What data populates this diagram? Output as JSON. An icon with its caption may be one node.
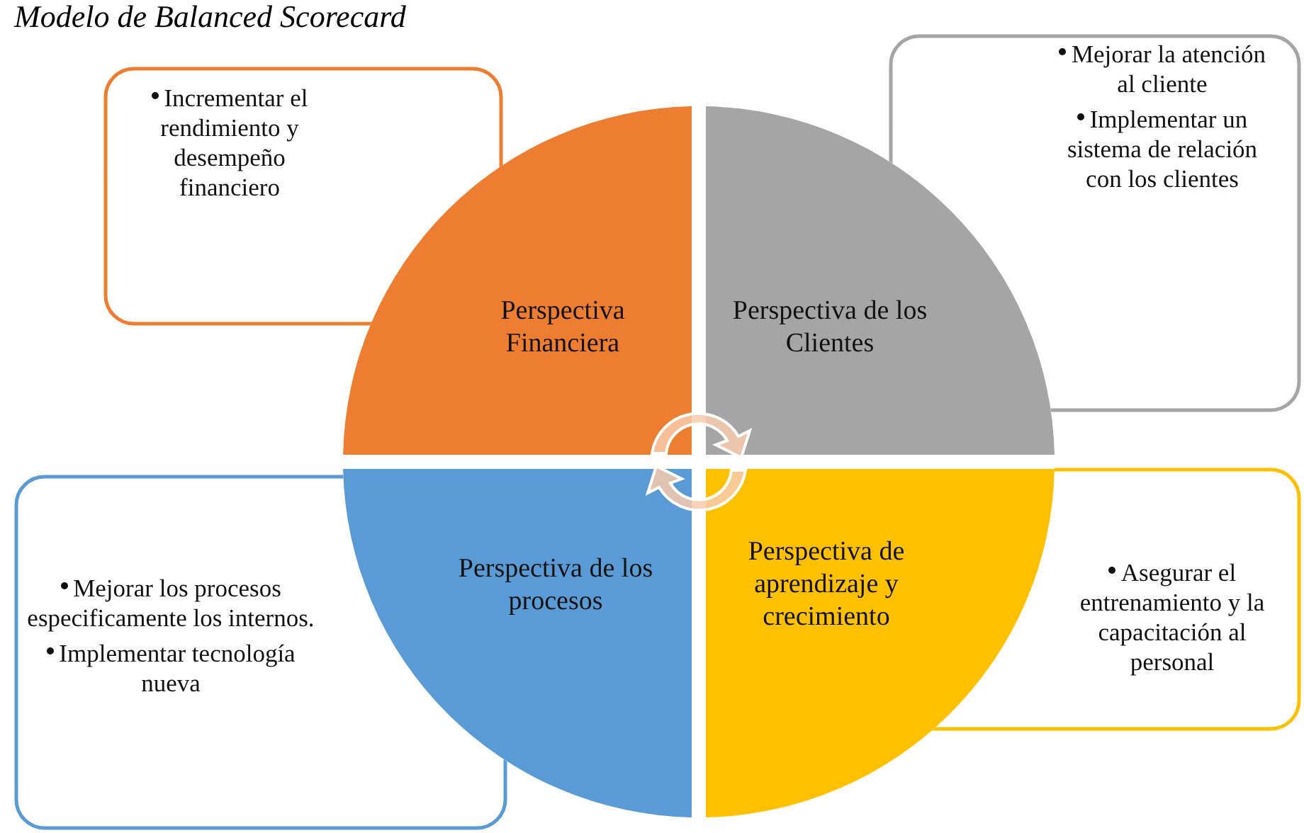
{
  "diagram": {
    "title": "Modelo de Balanced Scorecard",
    "nodes": [
      {
        "text": [
          "Incrementar el rendimiento y desempeño financiero"
        ]
      },
      {
        "text": [
          "Mejorar la atención al cliente",
          "Implementar un sistema de relación con los clientes"
        ]
      },
      {
        "text": [
          "Mejorar los procesos especificamente los internos.",
          "Implementar tecnología nueva"
        ]
      },
      {
        "text": [
          "Asegurar el entrenamiento y la capacitación al personal"
        ]
      },
      {
        "text": [
          "Perspectiva Financiera"
        ]
      },
      {
        "text": [
          "Perspectiva de los Clientes"
        ]
      },
      {
        "text": [
          "Perspectiva de los procesos"
        ]
      },
      {
        "text": [
          "Perspectiva de aprendizaje y crecimiento"
        ]
      }
    ]
  }
}
